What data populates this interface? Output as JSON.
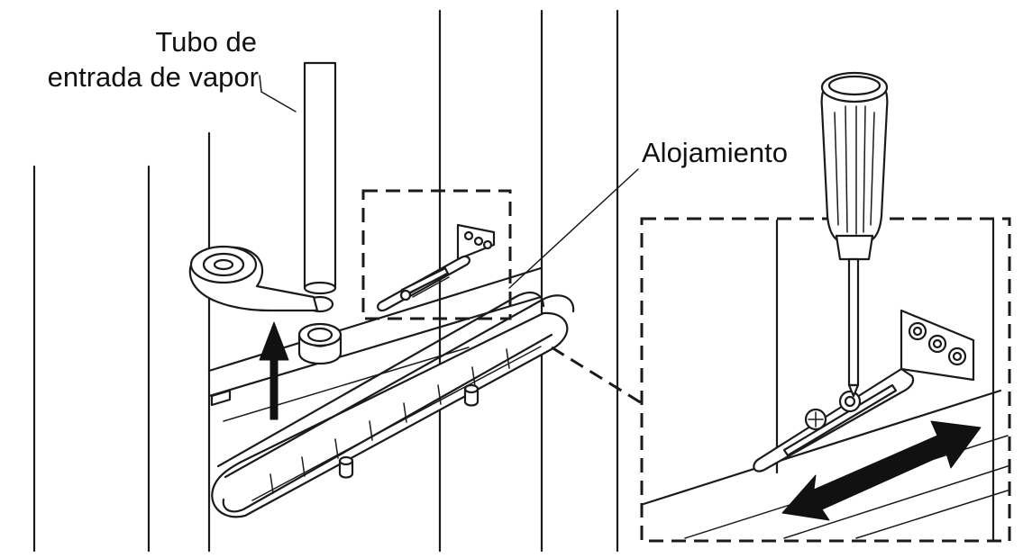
{
  "labels": {
    "steam_tube_line1": "Tubo de",
    "steam_tube_line2": "entrada de vapor",
    "housing": "Alojamiento"
  }
}
